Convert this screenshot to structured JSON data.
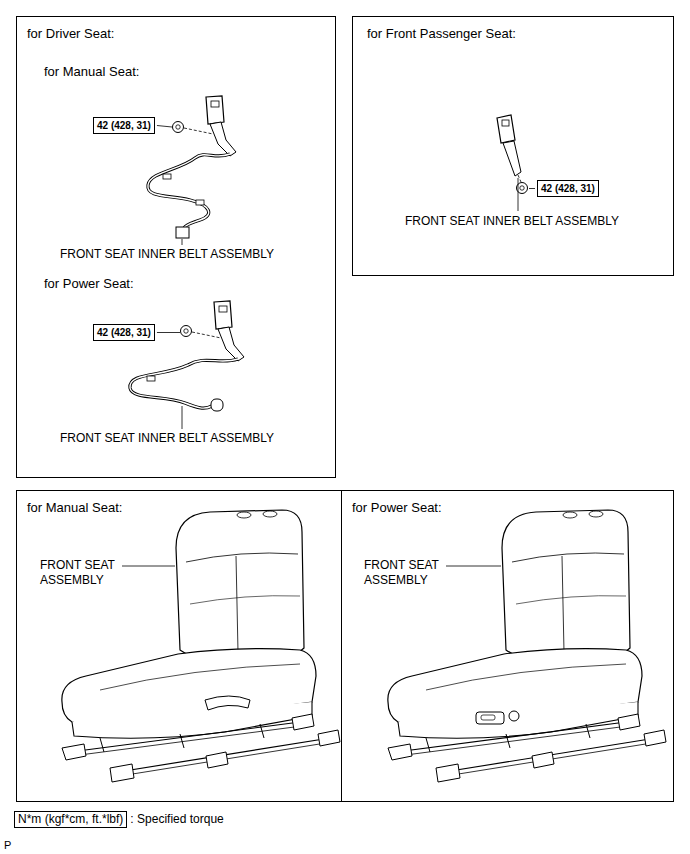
{
  "diagram": {
    "nodes": [
      {
        "text": [
          "for Driver Seat:"
        ]
      },
      {
        "text": [
          "42 (428, 31)"
        ],
        "in": 0
      },
      {
        "text": [
          "42 (428, 31)"
        ],
        "in": 0
      },
      {
        "text": [
          "for Front Passenger Seat:"
        ]
      },
      {
        "text": [
          "42 (428, 31)"
        ],
        "in": 3
      },
      {
        "text": [
          "for Manual Seat:"
        ]
      },
      {
        "text": [
          "for Power Seat:"
        ]
      },
      {
        "text": [
          "N*m (kgf*cm, ft.*lbf)"
        ]
      }
    ],
    "labels": [
      "for Manual Seat:",
      "FRONT SEAT INNER BELT ASSEMBLY",
      "for Power Seat:",
      "FRONT SEAT INNER BELT ASSEMBLY",
      "FRONT SEAT INNER BELT ASSEMBLY",
      "FRONT SEAT ASSEMBLY",
      "FRONT SEAT ASSEMBLY",
      ": Specified torque",
      "P"
    ]
  }
}
